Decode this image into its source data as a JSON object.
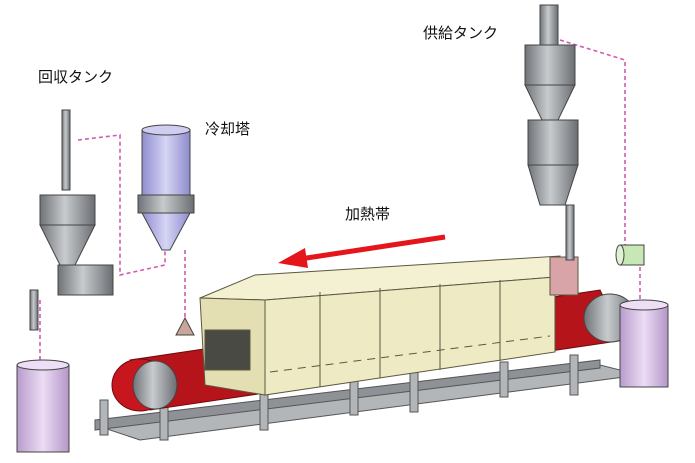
{
  "labels": {
    "supply_tank": "供給タンク",
    "recovery_tank": "回収タンク",
    "cooling_tower": "冷却塔",
    "heating_zone": "加熱帯"
  },
  "colors": {
    "arrow": "#e4161b",
    "oven": "#eeeac4",
    "belt": "#b5141a",
    "bins": "#d9bfe6",
    "cooling_tower": "#b9b8e6",
    "dashed_line": "#d35ab0",
    "steel": "#9a9ea3"
  }
}
